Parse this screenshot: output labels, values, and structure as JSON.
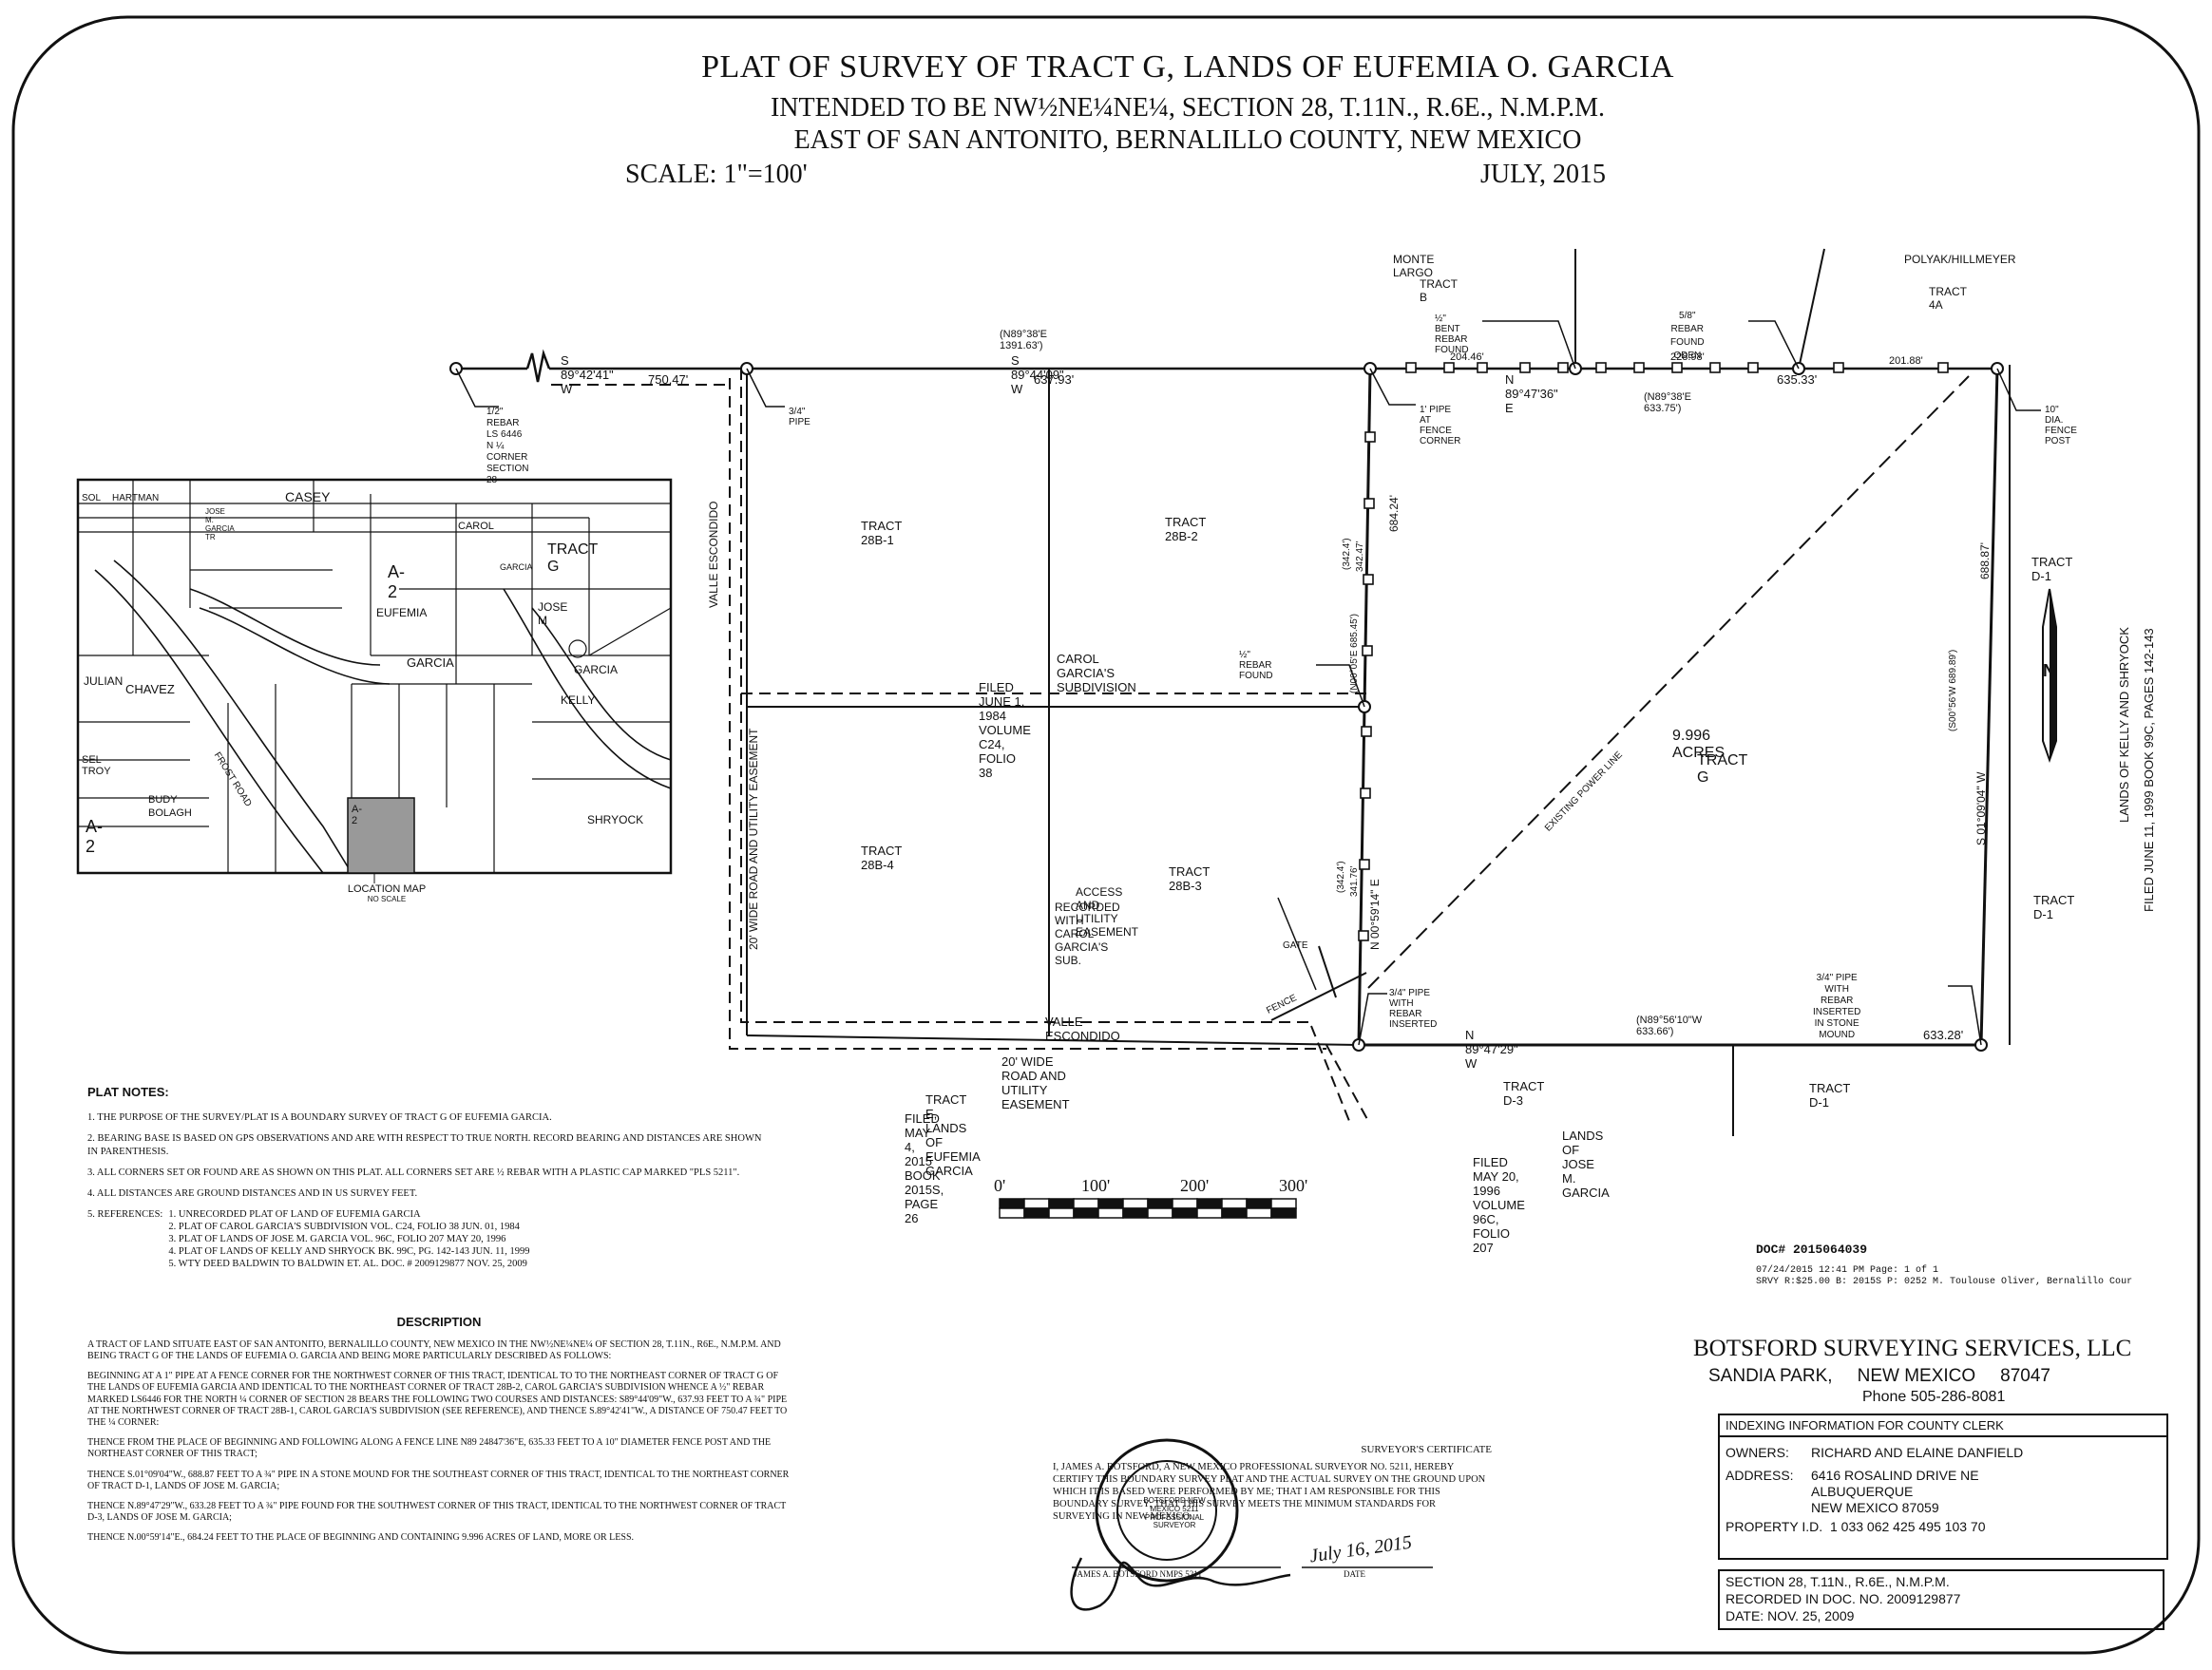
{
  "title": {
    "line1": "PLAT OF SURVEY OF TRACT G,  LANDS OF EUFEMIA O. GARCIA",
    "line2": "INTENDED TO BE  NW½NE¼NE¼, SECTION 28, T.11N., R.6E., N.M.P.M.",
    "line3": "EAST OF SAN ANTONITO, BERNALILLO COUNTY, NEW MEXICO",
    "scale": "SCALE: 1\"=100'",
    "date": "JULY, 2015"
  },
  "neighbors": {
    "monte_largo": "MONTE LARGO",
    "tract_b": "TRACT B",
    "polyak": "POLYAK/HILLMEYER",
    "tract_4a": "TRACT 4A",
    "tract_d1_a": "TRACT D-1",
    "tract_d1_b": "TRACT D-1",
    "tract_d1_c": "TRACT D-1",
    "tract_d3": "TRACT D-3",
    "lands_jose": "LANDS OF JOSE M. GARCIA",
    "filed_jose": "FILED MAY 20, 1996 VOLUME 96C, FOLIO 207",
    "kelly_1": "LANDS OF KELLY AND SHRYOCK",
    "kelly_2": "FILED JUNE 11, 1999 BOOK 99C, PAGES 142-143",
    "tract_e_1": "TRACT E, LANDS OF EUFEMIA GARCIA",
    "tract_e_2": "FILED MAY 4, 2015 BOOK 2015S, PAGE 26"
  },
  "tracts": {
    "t28b1": "TRACT 28B-1",
    "t28b2": "TRACT 28B-2",
    "t28b3": "TRACT 28B-3",
    "t28b4": "TRACT 28B-4",
    "acres": "9.996 ACRES",
    "tract_g": "TRACT G",
    "carol_sub": "CAROL GARCIA'S SUBDIVISION",
    "filed_carol": "FILED JUNE 1, 1984 VOLUME C24, FOLIO 38",
    "access_1": "ACCESS AND UTILITY EASEMENT",
    "access_2": "RECORDED WITH CAROL GARCIA'S SUB.",
    "valle_v": "VALLE ESCONDIDO",
    "valle_h": "VALLE ESCONDIDO",
    "road_v": "20' WIDE ROAD AND UTILITY EASEMENT",
    "road_h": "20' WIDE ROAD AND UTILITY EASEMENT",
    "power": "EXISTING POWER LINE",
    "gate": "GATE",
    "fence": "FENCE"
  },
  "bearings": {
    "b1": "S 89°42'41\" W",
    "d1": "750.47'",
    "b2_rec": "(N89°38'E   1391.63')",
    "b2": "S 89°44'09\" W",
    "d2": "637.93'",
    "north_dist1": "204.46'",
    "north_dist2": "228.98'",
    "north_dist3": "201.88'",
    "north_bearing": "N 89°47'36\" E",
    "north_dist": "635.33'",
    "north_rec": "(N89°38'E    633.75')",
    "west_dist": "684.24'",
    "west_seg1": "342.47'",
    "west_seg1_rec": "(342.4')",
    "west_bearing": "N 00°59'14\" E",
    "west_rec": "(N00°05'E   685.45')",
    "west_seg2": "341.76'",
    "west_seg2_rec": "(342.4')",
    "east_bearing": "S 01°09'04\" W",
    "east_dist": "688.87'",
    "east_rec": "(S00°56'W    689.89')",
    "south_bearing": "N 89°47'29\" W",
    "south_rec": "(N89°56'10\"W   633.66')",
    "south_dist": "633.28'"
  },
  "monuments": {
    "m1": "1/2\" REBAR LS 6446",
    "m1b": "N ¼ CORNER SECTION 28",
    "m2": "3/4\" PIPE",
    "m3": "1' PIPE AT FENCE CORNER",
    "m4": "½\" BENT REBAR FOUND",
    "m5": "5/8\" REBAR FOUND",
    "m5b": "ODEN",
    "m6": "10\" DIA. FENCE POST",
    "m7": "½\" REBAR FOUND",
    "m8": "3/4\" PIPE WITH REBAR INSERTED",
    "m9": "3/4\" PIPE WITH REBAR INSERTED",
    "m9b": "IN STONE MOUND"
  },
  "north_arrow": "N",
  "scale_bar": [
    "0'",
    "100'",
    "200'",
    "300'"
  ],
  "location_map": {
    "caption": "LOCATION MAP",
    "sub": "NO SCALE",
    "labels": [
      "SOL",
      "HARTMAN",
      "CASEY",
      "CAROL",
      "GARCIA",
      "TRACT G",
      "A-2",
      "EUFEMIA",
      "JOSE M",
      "GARCIA",
      "GARCIA",
      "JULIAN",
      "CHAVEZ",
      "KELLY",
      "SEL TROY",
      "BUDY",
      "BOLAGH",
      "A-2",
      "A-2",
      "SHRYOCK",
      "FROST ROAD",
      "JOSE M. GARCIA TR"
    ]
  },
  "plat_notes": {
    "heading": "PLAT NOTES:",
    "n1": "1.  THE PURPOSE OF THE SURVEY/PLAT IS A BOUNDARY SURVEY OF TRACT G OF EUFEMIA GARCIA.",
    "n2": "2.  BEARING BASE IS  BASED ON GPS OBSERVATIONS AND ARE WITH RESPECT TO TRUE NORTH. RECORD BEARING AND DISTANCES ARE SHOWN IN PARENTHESIS.",
    "n3": "3.  ALL CORNERS SET OR FOUND ARE AS SHOWN ON THIS PLAT.  ALL CORNERS SET ARE  ½ REBAR WITH A PLASTIC CAP MARKED \"PLS 5211\".",
    "n4": "4.  ALL DISTANCES ARE GROUND DISTANCES AND IN US SURVEY FEET.",
    "n5_title": "5.  REFERENCES:",
    "refs": [
      "1.  UNRECORDED PLAT OF LAND OF EUFEMIA GARCIA",
      "2.  PLAT OF CAROL GARCIA'S SUBDIVISION   VOL. C24, FOLIO 38  JUN. 01, 1984",
      "3.  PLAT OF LANDS OF JOSE M. GARCIA  VOL. 96C, FOLIO 207 MAY 20, 1996",
      "4.  PLAT OF LANDS OF KELLY AND SHRYOCK  BK. 99C, PG. 142-143 JUN. 11, 1999",
      "5.  WTY DEED BALDWIN TO BALDWIN ET. AL. DOC. # 2009129877 NOV. 25, 2009"
    ]
  },
  "description": {
    "heading": "DESCRIPTION",
    "p1": "A TRACT OF LAND SITUATE EAST OF  SAN ANTONITO, BERNALILLO COUNTY, NEW MEXICO IN THE NW½NE¼NE¼ OF SECTION 28, T.11N., R6E., N.M.P.M. AND BEING TRACT G OF THE LANDS OF EUFEMIA O. GARCIA AND BEING MORE PARTICULARLY DESCRIBED AS FOLLOWS:",
    "p2": "BEGINNING AT A 1\" PIPE AT A FENCE CORNER FOR THE NORTHWEST CORNER OF THIS TRACT, IDENTICAL TO TO THE NORTHEAST CORNER OF TRACT G OF THE LANDS OF EUFEMIA GARCIA AND  IDENTICAL TO THE NORTHEAST CORNER OF TRACT 28B-2, CAROL GARCIA'S SUBDIVISION WHENCE A ½\" REBAR MARKED LS6446 FOR THE NORTH ¼ CORNER OF SECTION 28 BEARS THE FOLLOWING TWO COURSES AND DISTANCES: S89°44'09\"W., 637.93 FEET TO A ¾\" PIPE AT THE NORTHWEST CORNER OF TRACT 28B-1, CAROL GARCIA'S SUBDIVISION (SEE REFERENCE), AND THENCE S.89°42'41\"W., A DISTANCE OF 750.47 FEET TO THE ¼ CORNER:",
    "p3": "THENCE FROM THE PLACE OF BEGINNING AND FOLLOWING ALONG A FENCE LINE N89 24847'36\"E, 635.33 FEET TO A 10\" DIAMETER FENCE POST AND THE NORTHEAST CORNER OF THIS TRACT;",
    "p4": "THENCE S.01°09'04\"W., 688.87 FEET TO A ¾\" PIPE IN A STONE MOUND  FOR THE SOUTHEAST CORNER OF THIS TRACT, IDENTICAL TO THE NORTHEAST CORNER OF TRACT D-1, LANDS OF JOSE M. GARCIA;",
    "p5": "THENCE N.89°47'29\"W., 633.28 FEET TO A ¾\" PIPE FOUND FOR THE SOUTHWEST CORNER OF THIS TRACT, IDENTICAL TO THE NORTHWEST CORNER OF TRACT D-3, LANDS OF JOSE M. GARCIA;",
    "p6": "THENCE N.00°59'14\"E., 684.24 FEET TO THE PLACE OF BEGINNING AND CONTAINING 9.996 ACRES OF LAND, MORE OR LESS."
  },
  "certificate": {
    "heading": "SURVEYOR'S CERTIFICATE",
    "text": "I, JAMES A. BOTSFORD, A NEW MEXICO PROFESSIONAL SURVEYOR NO. 5211, HEREBY CERTIFY THIS BOUNDARY SURVEY PLAT AND THE ACTUAL SURVEY ON THE GROUND UPON WHICH IT IS BASED WERE PERFORMED BY ME; THAT I AM RESPONSIBLE FOR THIS BOUNDARY SURVEY; THAT THIS SURVEY MEETS THE MINIMUM STANDARDS FOR SURVEYING IN NEW MEXICO.",
    "sig_name": "JAMES A. BOTSFORD  NMPS 5211",
    "sig_date_label": "DATE",
    "sig_date": "July 16, 2015",
    "seal": "BOTSFORD NEW MEXICO 5211 PROFESSIONAL SURVEYOR"
  },
  "recording": {
    "doc": "DOC# 2015064039",
    "line1": "07/24/2015 12:41 PM Page: 1 of 1",
    "line2": "SRVY R:$25.00 B: 2015S P: 0252 M. Toulouse Oliver, Bernalillo Cour"
  },
  "company": {
    "name": "BOTSFORD SURVEYING SERVICES, LLC",
    "city": "SANDIA PARK,",
    "state": "NEW MEXICO",
    "zip": "87047",
    "phone": "Phone 505-286-8081"
  },
  "indexing": {
    "header": "INDEXING INFORMATION FOR COUNTY CLERK",
    "owners_label": "OWNERS:",
    "owners": "RICHARD AND ELAINE DANFIELD",
    "address_label": "ADDRESS:",
    "address1": "6416 ROSALIND DRIVE NE",
    "address2": "ALBUQUERQUE",
    "address3": "NEW MEXICO   87059",
    "pid_label": "PROPERTY I.D.",
    "pid": "1 033 062 425 495 103 70",
    "section": "SECTION 28, T.11N., R.6E., N.M.P.M.",
    "recorded": "RECORDED IN DOC. NO. 2009129877",
    "date": "DATE:   NOV. 25, 2009"
  },
  "colors": {
    "ink": "#111111",
    "paper": "#ffffff"
  }
}
